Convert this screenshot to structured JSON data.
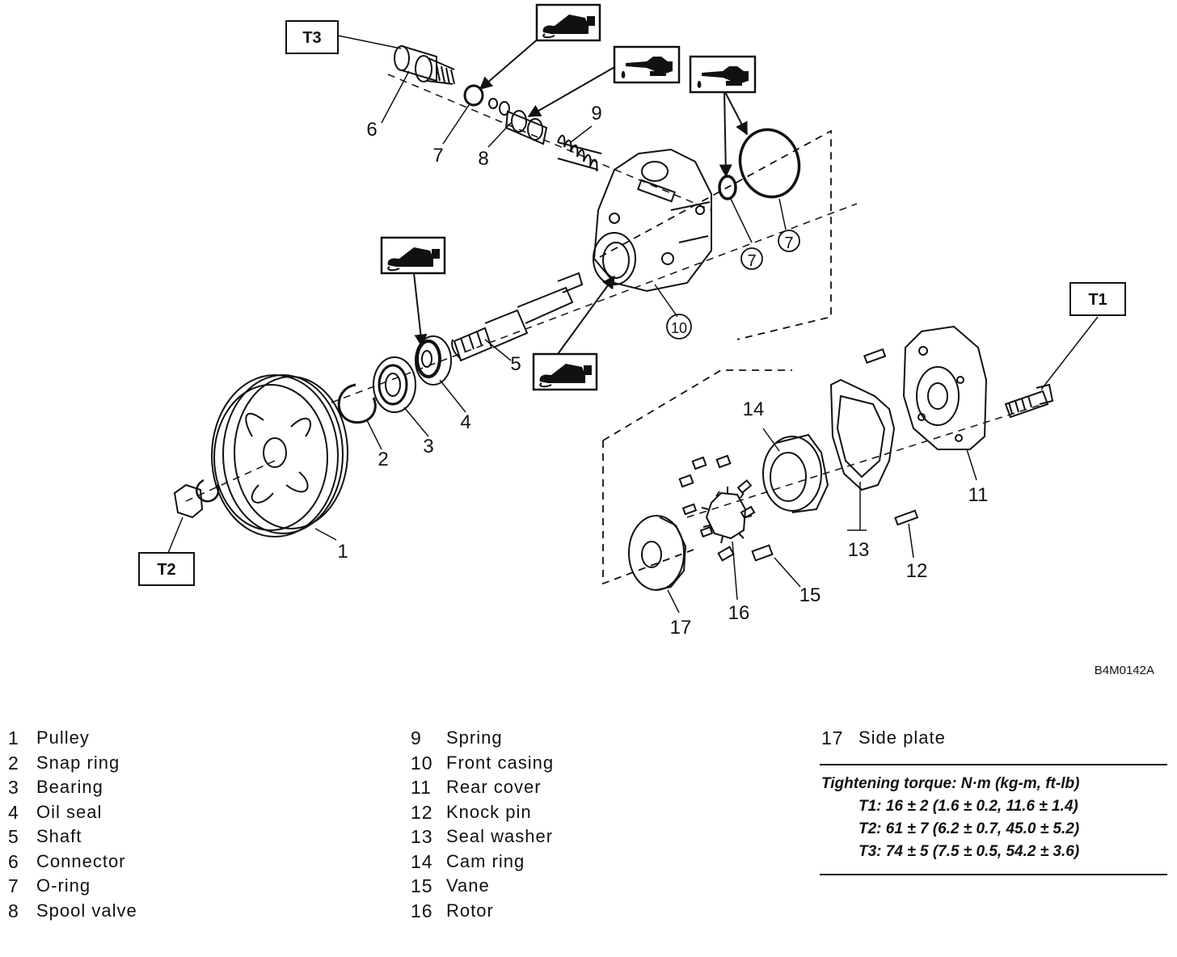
{
  "diagram": {
    "callouts": [
      "1",
      "2",
      "3",
      "4",
      "5",
      "6",
      "7",
      "7",
      "7",
      "8",
      "9",
      "10",
      "11",
      "12",
      "13",
      "14",
      "15",
      "16",
      "17"
    ],
    "torque_tags": [
      "T1",
      "T2",
      "T3"
    ],
    "figure_code": "B4M0142A",
    "icons": [
      "grease-gun-icon",
      "oil-can-icon"
    ]
  },
  "legend": {
    "col1": [
      {
        "num": "1",
        "label": "Pulley"
      },
      {
        "num": "2",
        "label": "Snap ring"
      },
      {
        "num": "3",
        "label": "Bearing"
      },
      {
        "num": "4",
        "label": "Oil seal"
      },
      {
        "num": "5",
        "label": "Shaft"
      },
      {
        "num": "6",
        "label": "Connector"
      },
      {
        "num": "7",
        "label": "O-ring"
      },
      {
        "num": "8",
        "label": "Spool valve"
      }
    ],
    "col2": [
      {
        "num": "9",
        "label": "Spring"
      },
      {
        "num": "10",
        "label": "Front casing"
      },
      {
        "num": "11",
        "label": "Rear cover"
      },
      {
        "num": "12",
        "label": "Knock pin"
      },
      {
        "num": "13",
        "label": "Seal washer"
      },
      {
        "num": "14",
        "label": "Cam ring"
      },
      {
        "num": "15",
        "label": "Vane"
      },
      {
        "num": "16",
        "label": "Rotor"
      }
    ],
    "col3": [
      {
        "num": "17",
        "label": "Side plate"
      }
    ]
  },
  "torque": {
    "title": "Tightening torque: N·m (kg-m, ft-lb)",
    "t1": "T1: 16 ± 2 (1.6 ± 0.2, 11.6 ± 1.4)",
    "t2": "T2: 61 ± 7 (6.2 ± 0.7, 45.0 ± 5.2)",
    "t3": "T3: 74 ± 5 (7.5 ± 0.5, 54.2 ± 3.6)"
  }
}
